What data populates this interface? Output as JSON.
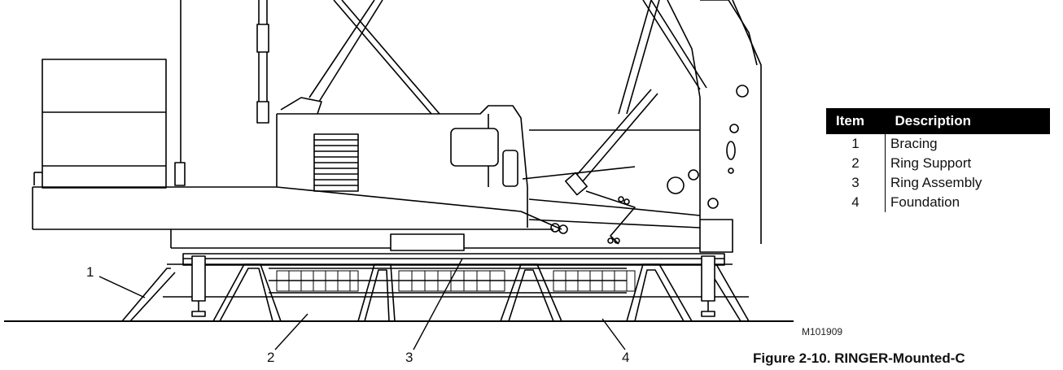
{
  "callouts": {
    "c1": "1",
    "c2": "2",
    "c3": "3",
    "c4": "4"
  },
  "figure_code": "M101909",
  "caption": "Figure 2-10.  RINGER-Mounted-C",
  "legend": {
    "header_item": "Item",
    "header_description": "Description",
    "rows": [
      {
        "item": "1",
        "description": "Bracing"
      },
      {
        "item": "2",
        "description": "Ring Support"
      },
      {
        "item": "3",
        "description": "Ring Assembly"
      },
      {
        "item": "4",
        "description": "Foundation"
      }
    ]
  }
}
